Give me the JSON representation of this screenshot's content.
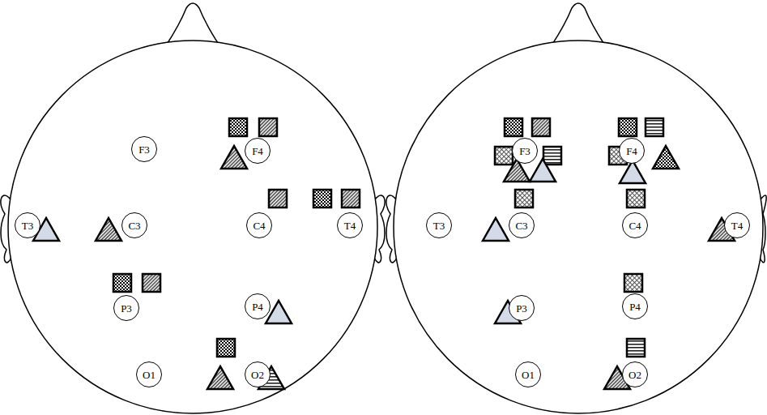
{
  "diagram": {
    "nodes": [
      {
        "text": [
          "F3"
        ]
      },
      {
        "text": [
          "F4"
        ]
      },
      {
        "text": [
          "T3"
        ]
      },
      {
        "text": [
          "C3"
        ]
      },
      {
        "text": [
          "C4"
        ]
      },
      {
        "text": [
          "T4"
        ]
      },
      {
        "text": [
          "P3"
        ]
      },
      {
        "text": [
          "P4"
        ]
      },
      {
        "text": [
          "O1"
        ]
      },
      {
        "text": [
          "O2"
        ]
      },
      {
        "text": [
          "F3"
        ]
      },
      {
        "text": [
          "F4"
        ]
      },
      {
        "text": [
          "T3"
        ]
      },
      {
        "text": [
          "C3"
        ]
      },
      {
        "text": [
          "C4"
        ]
      },
      {
        "text": [
          "T4"
        ]
      },
      {
        "text": [
          "P3"
        ]
      },
      {
        "text": [
          "P4"
        ]
      },
      {
        "text": [
          "O1"
        ]
      },
      {
        "text": [
          "O2"
        ]
      }
    ]
  }
}
